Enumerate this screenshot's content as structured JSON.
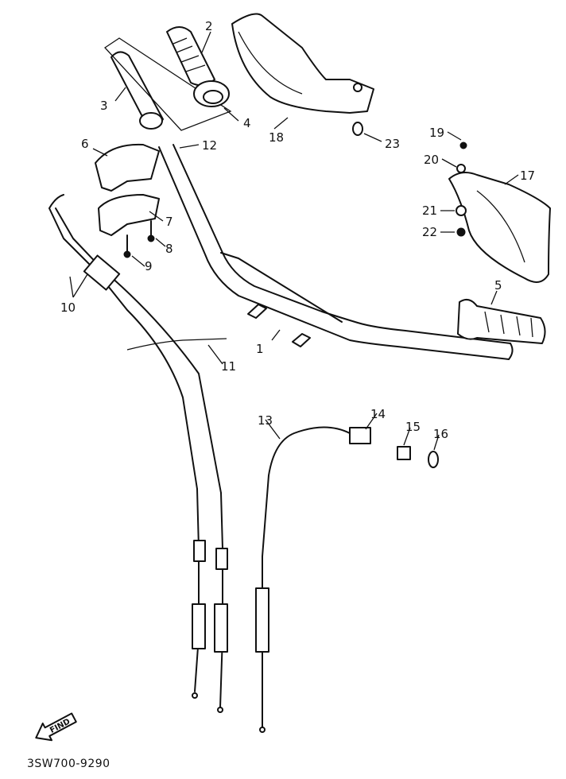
{
  "callouts": {
    "c1": "1",
    "c2": "2",
    "c3": "3",
    "c4": "4",
    "c5": "5",
    "c6": "6",
    "c7": "7",
    "c8": "8",
    "c9": "9",
    "c10": "10",
    "c11": "11",
    "c12": "12",
    "c13": "13",
    "c14": "14",
    "c15": "15",
    "c16": "16",
    "c17": "17",
    "c18": "18",
    "c19": "19",
    "c20": "20",
    "c21": "21",
    "c22": "22",
    "c23": "23"
  },
  "find_label": "FIND",
  "reference_code": "3SW700-9290"
}
